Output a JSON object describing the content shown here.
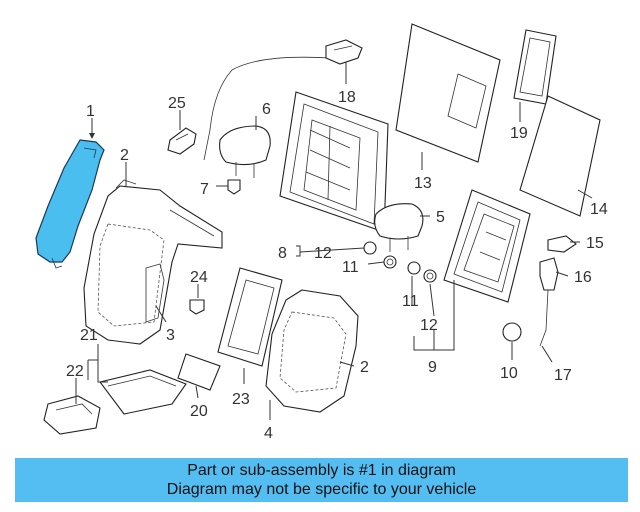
{
  "callouts": [
    "1",
    "2",
    "3",
    "4",
    "5",
    "6",
    "7",
    "8",
    "10",
    "11",
    "12",
    "13",
    "14",
    "15",
    "16",
    "17",
    "18",
    "19",
    "20",
    "21",
    "22",
    "23",
    "24",
    "25",
    "2",
    "11",
    "12",
    "9",
    "12"
  ],
  "highlight_color": "#4bbef0",
  "banner": {
    "line1": "Part or sub-assembly is #1 in diagram",
    "line2": "Diagram may not be specific to your vehicle",
    "color": "#54bdf1"
  }
}
